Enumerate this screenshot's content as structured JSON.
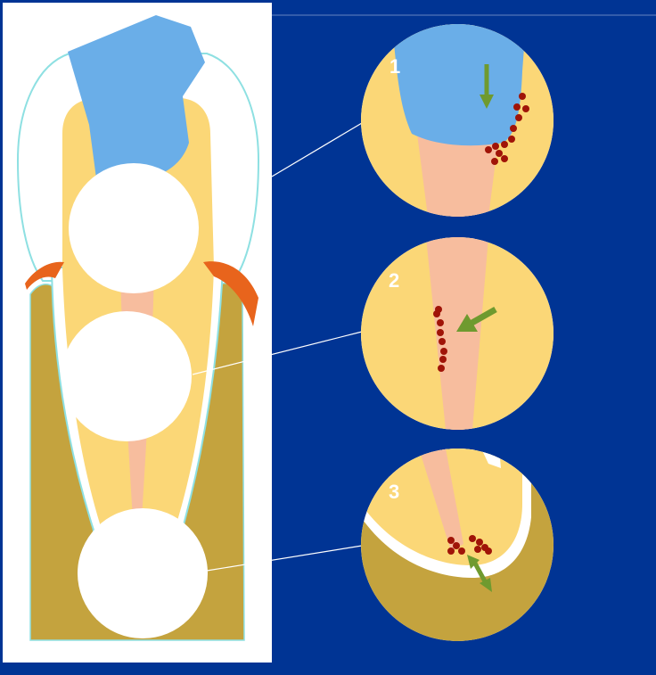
{
  "colors": {
    "background": "#003494",
    "panel": "#ffffff",
    "enamel": "#6aaee8",
    "dentin": "#fbd777",
    "pulp": "#f7bd9e",
    "bone": "#c4a33e",
    "gum": "#e8641c",
    "bacteria": "#a01408",
    "arrow": "#6f9a2f",
    "outline": "#8ee0e2"
  },
  "callouts": [
    {
      "label": "1",
      "arrow_direction": "down"
    },
    {
      "label": "2",
      "arrow_direction": "down-left"
    },
    {
      "label": "3",
      "arrow_direction": "bidirectional"
    }
  ]
}
